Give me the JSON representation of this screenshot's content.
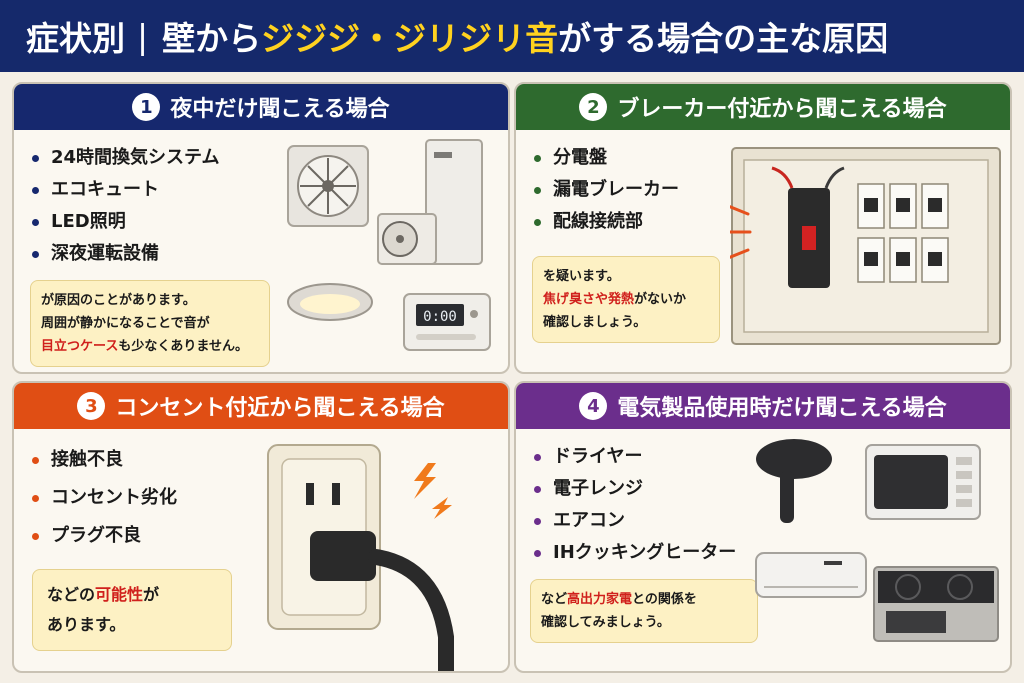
{
  "header": {
    "prefix": "症状別",
    "separator": "|",
    "part1": "壁から",
    "highlight": "ジジジ・ジリジリ音",
    "part2": "がする場合の主な原因"
  },
  "cards": [
    {
      "number": "1",
      "title": "夜中だけ聞こえる場合",
      "items": [
        "24時間換気システム",
        "エコキュート",
        "LED照明",
        "深夜運転設備"
      ],
      "note": {
        "line1": "が原因のことがあります。",
        "line2": "周囲が静かになることで音が",
        "line3_red": "目立つケース",
        "line3_rest": "も少なくありません。"
      }
    },
    {
      "number": "2",
      "title": "ブレーカー付近から聞こえる場合",
      "items": [
        "分電盤",
        "漏電ブレーカー",
        "配線接続部"
      ],
      "note": {
        "line1": "を疑います。",
        "line2_red": "焦げ臭さや発熱",
        "line2_rest": "がないか",
        "line3": "確認しましょう。"
      }
    },
    {
      "number": "3",
      "title": "コンセント付近から聞こえる場合",
      "items": [
        "接触不良",
        "コンセント劣化",
        "プラグ不良"
      ],
      "note": {
        "line1_pre": "などの",
        "line1_red": "可能性",
        "line1_post": "が",
        "line2": "あります。"
      }
    },
    {
      "number": "4",
      "title": "電気製品使用時だけ聞こえる場合",
      "items": [
        "ドライヤー",
        "電子レンジ",
        "エアコン",
        "IHクッキングヒーター"
      ],
      "note": {
        "line1_pre": "など",
        "line1_red": "高出力家電",
        "line1_post": "との関係を",
        "line2": "確認してみましょう。"
      }
    }
  ],
  "illustrations": {
    "timer_display": "0:00"
  },
  "colors": {
    "navy": "#16286e",
    "green": "#2e6a2e",
    "orange": "#e04e14",
    "purple": "#6b2e8c",
    "yellow": "#ffd21f",
    "red": "#d0201c"
  }
}
